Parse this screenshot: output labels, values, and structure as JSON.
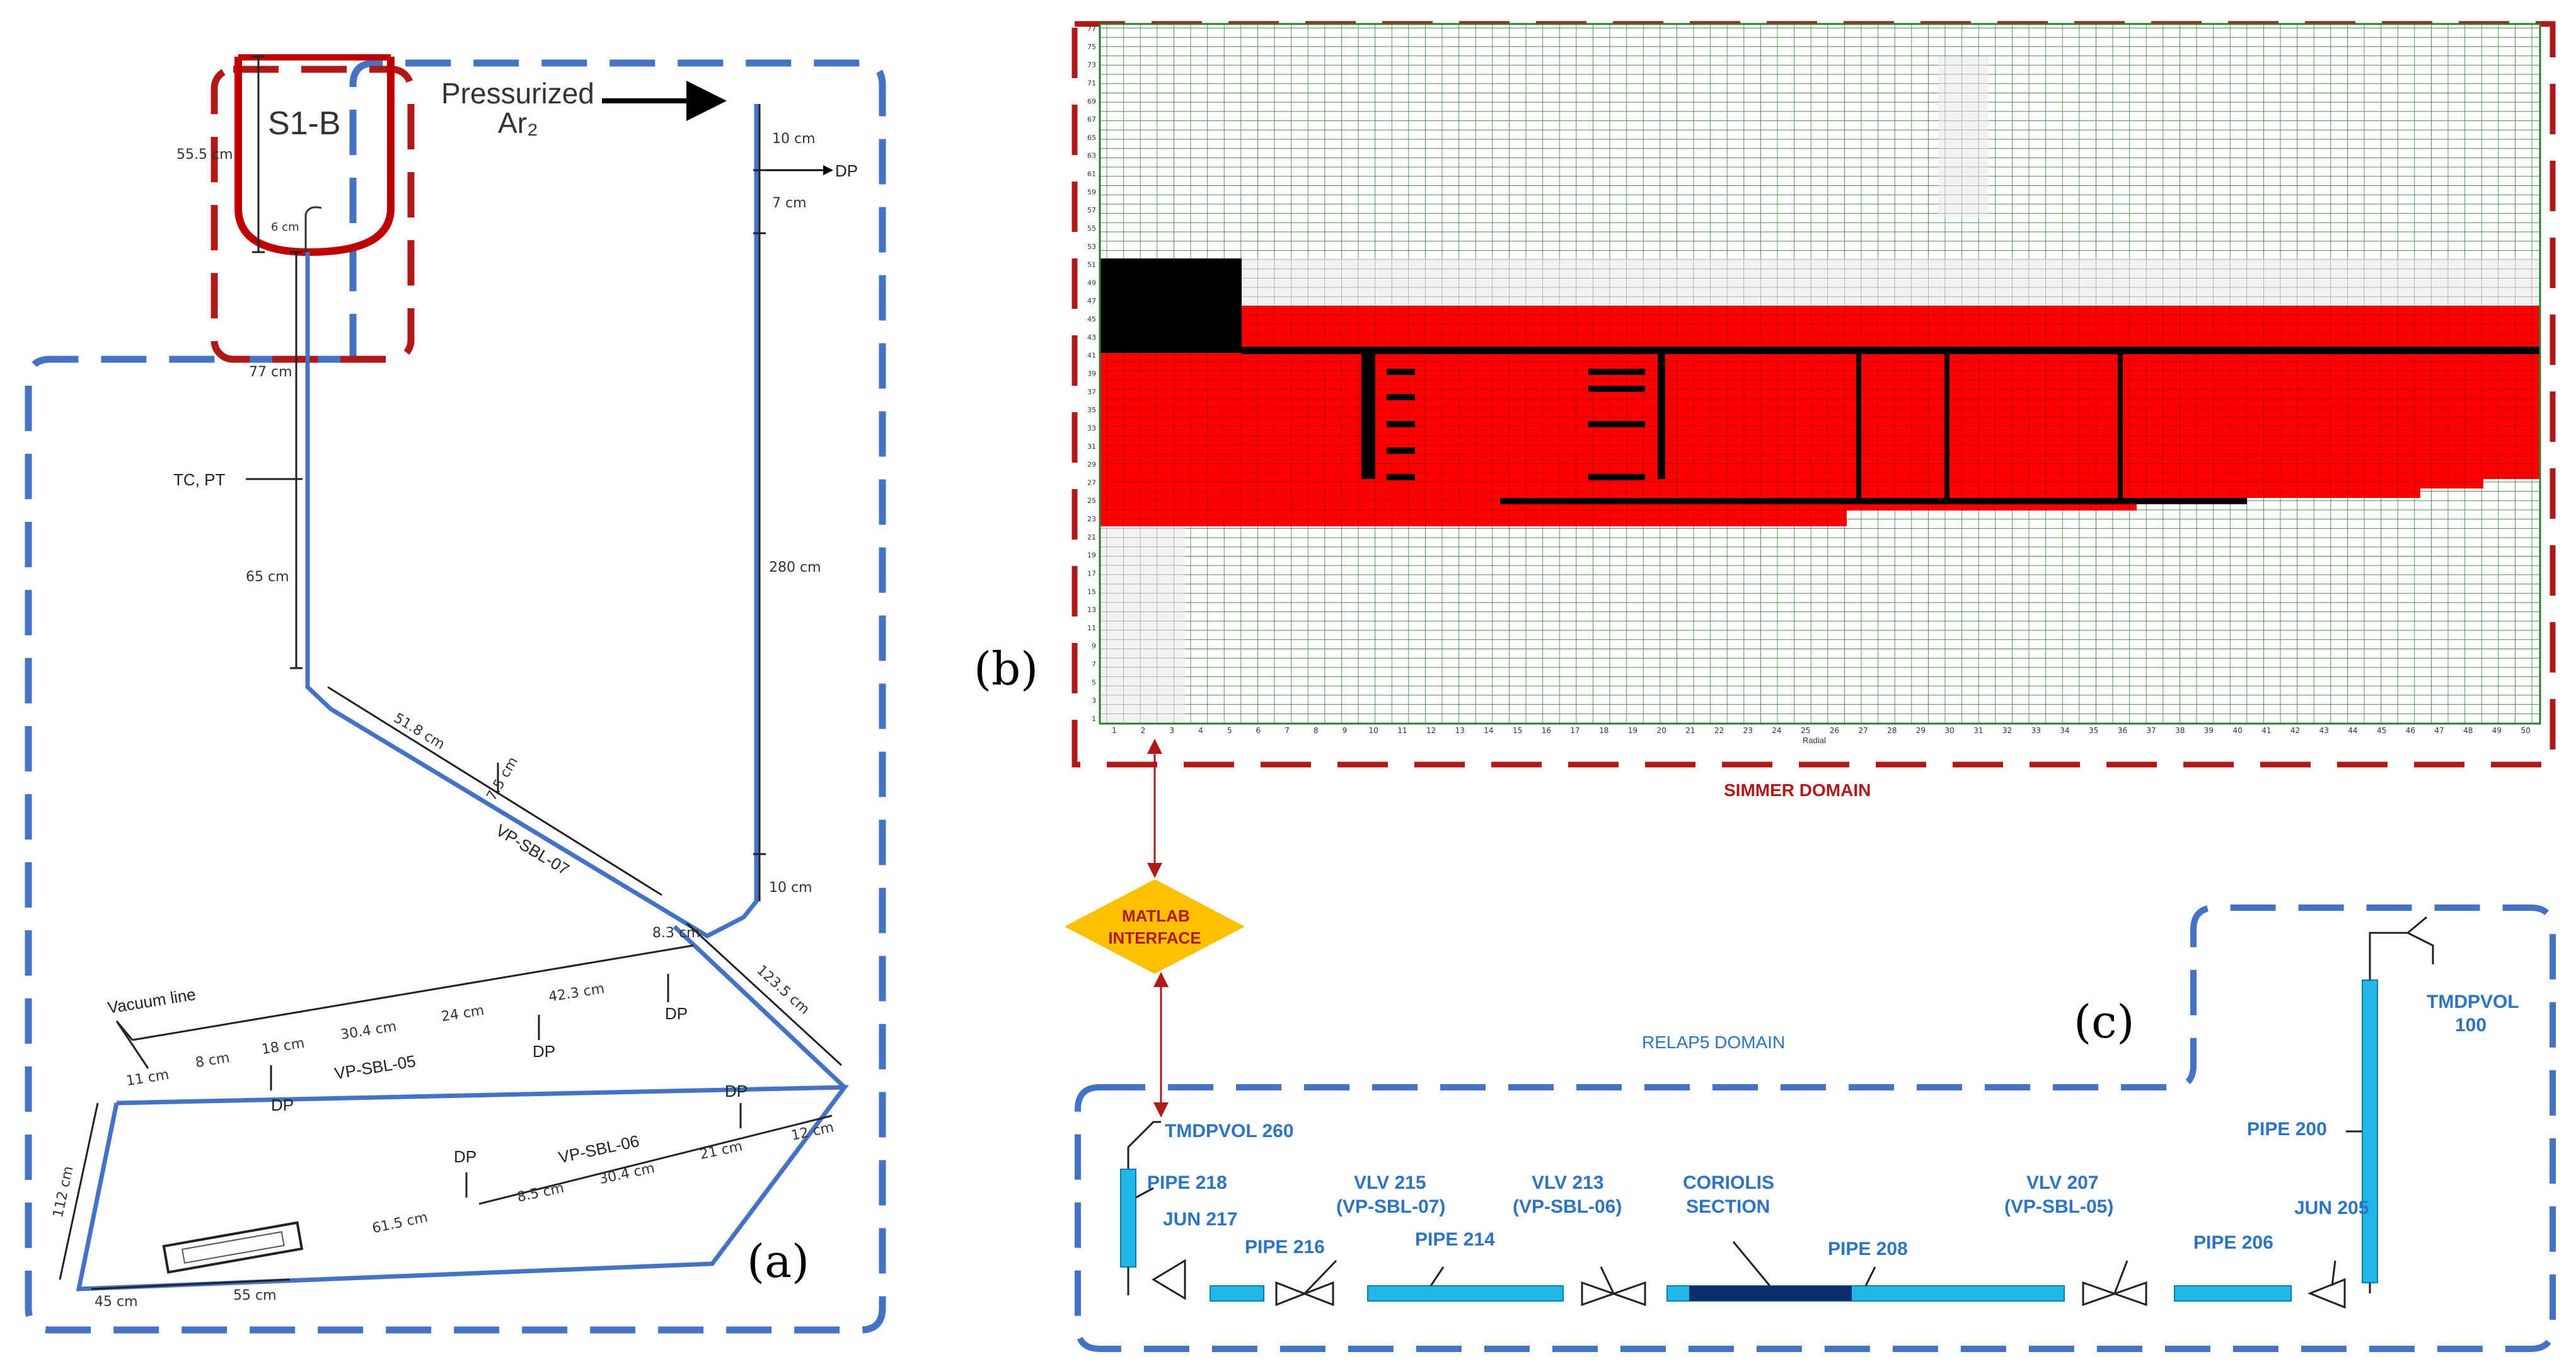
{
  "panels": {
    "a": "(a)",
    "b": "(b)",
    "c": "(c)"
  },
  "panel_a": {
    "vessel_label": "S1-B",
    "pressurized_label": "Pressurized",
    "ar_label": "Ar₂",
    "dimensions": {
      "d55_5": "55.5 cm",
      "d6": "6 cm",
      "d10_top": "10 cm",
      "d7": "7 cm",
      "d77": "77 cm",
      "d65": "65 cm",
      "d280": "280 cm",
      "d51_8": "51.8 cm",
      "d7_5": "7.5 cm",
      "d10_bot": "10 cm",
      "d8_3": "8.3 cm",
      "d123_5": "123.5 cm",
      "d11": "11 cm",
      "d8": "8 cm",
      "d18": "18 cm",
      "d30_4_upper": "30.4 cm",
      "d24": "24 cm",
      "d42_3": "42.3 cm",
      "d112": "112 cm",
      "d45": "45 cm",
      "d55": "55 cm",
      "d61_5": "61.5 cm",
      "d8_5": "8.5 cm",
      "d30_4_lower": "30.4 cm",
      "d21": "21 cm",
      "d12": "12 cm"
    },
    "labels": {
      "dp_top": "DP",
      "tc_pt": "TC, PT",
      "vacuum_line": "Vacuum line",
      "dp_1": "DP",
      "dp_2": "DP",
      "dp_3": "DP",
      "dp_4": "DP",
      "dp_5": "DP",
      "vp_sbl_07": "VP-SBL-07",
      "vp_sbl_05": "VP-SBL-05",
      "vp_sbl_06": "VP-SBL-06"
    }
  },
  "panel_b": {
    "domain_label": "SIMMER DOMAIN",
    "y_ticks": [
      "1",
      "3",
      "5",
      "7",
      "9",
      "11",
      "13",
      "15",
      "17",
      "19",
      "21",
      "23",
      "25",
      "27",
      "29",
      "31",
      "33",
      "35",
      "37",
      "39",
      "41",
      "43",
      "45",
      "47",
      "49",
      "51",
      "53",
      "55",
      "57",
      "59",
      "61",
      "63",
      "65",
      "67",
      "69",
      "71",
      "73",
      "75",
      "77"
    ],
    "x_ticks": [
      "1",
      "2",
      "3",
      "4",
      "5",
      "6",
      "7",
      "8",
      "9",
      "10",
      "11",
      "12",
      "13",
      "14",
      "15",
      "16",
      "17",
      "18",
      "19",
      "20",
      "21",
      "22",
      "23",
      "24",
      "25",
      "26",
      "27",
      "28",
      "29",
      "30",
      "31",
      "32",
      "33",
      "34",
      "35",
      "36",
      "37",
      "38",
      "39",
      "40",
      "41",
      "42",
      "43",
      "44",
      "45",
      "46",
      "47",
      "48",
      "49",
      "50"
    ],
    "x_axis_title": "Radial",
    "colors": {
      "grid": "#2e7d32",
      "coolant": "#ff0000",
      "structure": "#000000",
      "gas": "#f2f2f2"
    }
  },
  "interface": {
    "line1": "MATLAB",
    "line2": "INTERFACE",
    "color": "#ffc000"
  },
  "panel_c": {
    "domain_label": "RELAP5 DOMAIN",
    "tmdpvol_260": "TMDPVOL 260",
    "pipe_218": "PIPE 218",
    "jun_217": "JUN 217",
    "pipe_216": "PIPE 216",
    "vlv_215_a": "VLV 215",
    "vlv_215_b": "(VP-SBL-07)",
    "pipe_214": "PIPE 214",
    "vlv_213_a": "VLV 213",
    "vlv_213_b": "(VP-SBL-06)",
    "coriolis_a": "CORIOLIS",
    "coriolis_b": "SECTION",
    "pipe_208": "PIPE 208",
    "vlv_207_a": "VLV 207",
    "vlv_207_b": "(VP-SBL-05)",
    "pipe_206": "PIPE 206",
    "jun_205": "JUN 205",
    "pipe_200": "PIPE 200",
    "tmdpvol_100_a": "TMDPVOL",
    "tmdpvol_100_b": "100",
    "colors": {
      "pipe": "#20b7e6",
      "coriolis": "#0d2d6b",
      "label": "#2e74c4",
      "frame": "#4472c4"
    }
  }
}
